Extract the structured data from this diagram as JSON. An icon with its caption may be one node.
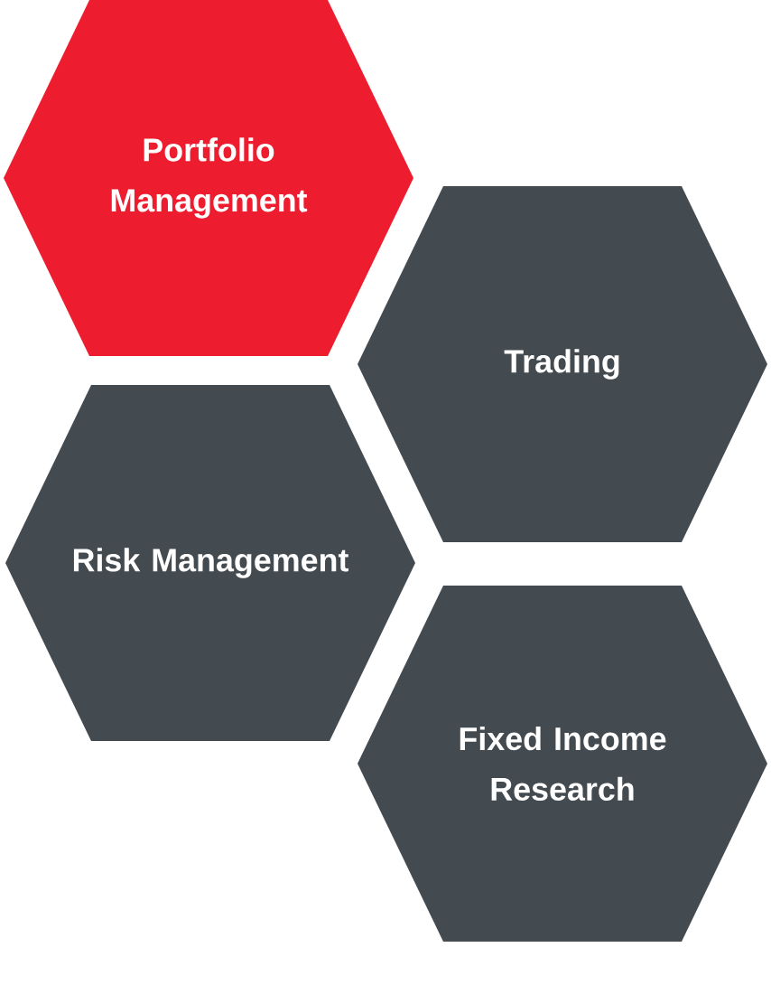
{
  "diagram": {
    "nodes": [
      {
        "text": [
          "Portfolio Management"
        ]
      },
      {
        "text": [
          "Trading"
        ]
      },
      {
        "text": [
          "Risk Management"
        ]
      },
      {
        "text": [
          "Fixed Income Research"
        ]
      }
    ]
  }
}
